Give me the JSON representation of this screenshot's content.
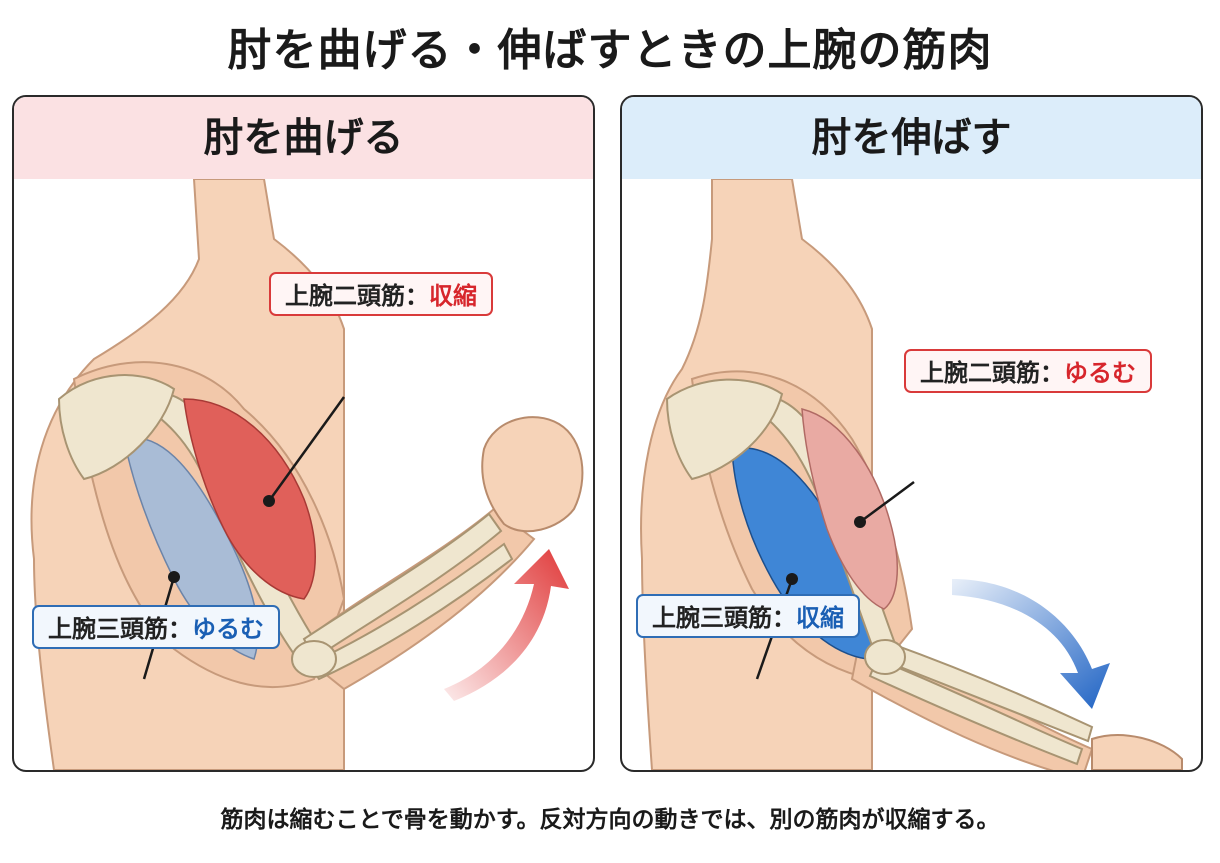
{
  "title": "肘を曲げる・伸ばすときの上腕の筋肉",
  "panels": {
    "flex": {
      "heading": "肘を曲げる",
      "biceps": {
        "muscle": "上腕二頭筋",
        "separator": "：",
        "state": "収縮",
        "state_color": "#d7262c"
      },
      "triceps": {
        "muscle": "上腕三頭筋",
        "separator": "：",
        "state": "ゆるむ",
        "state_color": "#1a5fb4"
      },
      "arrow_color": "#e03a3a",
      "header_color": "#fbe1e3"
    },
    "extend": {
      "heading": "肘を伸ばす",
      "biceps": {
        "muscle": "上腕二頭筋",
        "separator": "：",
        "state": "ゆるむ",
        "state_color": "#d7262c"
      },
      "triceps": {
        "muscle": "上腕三頭筋",
        "separator": "：",
        "state": "収縮",
        "state_color": "#1a5fb4"
      },
      "arrow_color": "#1f63c4",
      "header_color": "#dcedfa"
    }
  },
  "caption": "筋肉は縮むことで骨を動かす。反対方向の動きでは、別の筋肉が収縮する。",
  "colors": {
    "skin": "#f6d3b8",
    "bone": "#efe6cf",
    "biceps": "#e0605a",
    "triceps_relaxed": "#a9bcd6",
    "triceps_contracted": "#3f86d6",
    "biceps_relaxed": "#e9aaa3"
  }
}
